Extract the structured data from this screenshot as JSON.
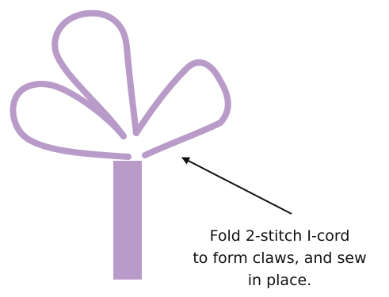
{
  "colors": {
    "cord": "#b99bc9",
    "arrow": "#111111",
    "text": "#111111",
    "background": "#ffffff"
  },
  "annotation": {
    "lines": [
      "Fold 2-stitch I-cord",
      "to form claws, and sew",
      "in place."
    ]
  }
}
